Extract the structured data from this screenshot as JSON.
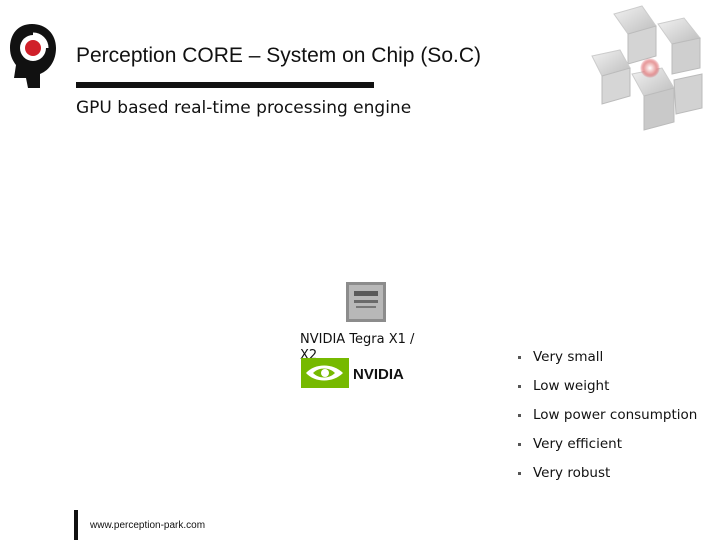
{
  "slide": {
    "title": "Perception CORE – System on Chip (So.C)",
    "subtitle": "GPU based real-time processing engine",
    "chip_caption": "NVIDIA Tegra X1 / X2",
    "features": [
      "Very small",
      "Low weight",
      "Low power consumption",
      "Very efficient",
      "Very robust"
    ],
    "footer_url": "www.perception-park.com"
  },
  "logos": {
    "brand_logo": "perception-park-head-logo",
    "chip_image": "nvidia-tegra-chip",
    "partner_logo": "nvidia-eye-logo",
    "partner_wordmark": "NVIDIA",
    "decoration": "cube-cluster-graphic"
  },
  "colors": {
    "accent_red": "#d0202a",
    "text": "#111111",
    "nvidia_green": "#76b900"
  }
}
